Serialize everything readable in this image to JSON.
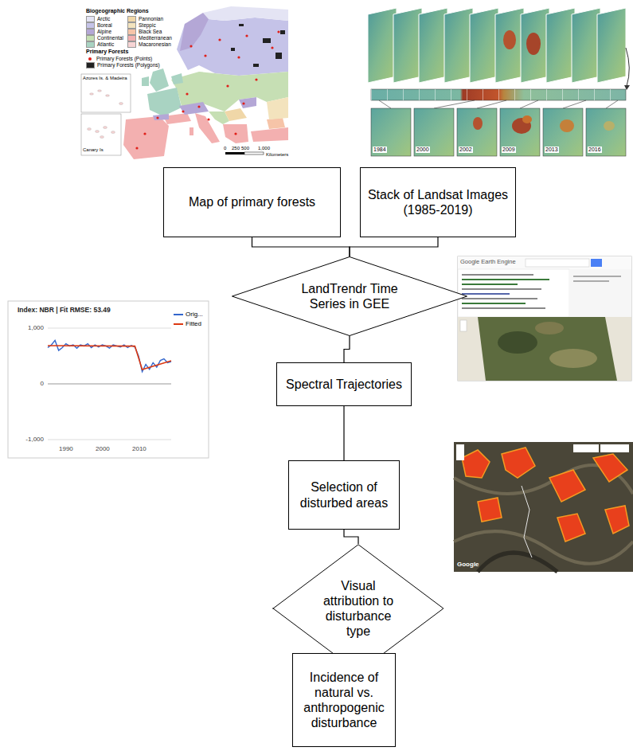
{
  "diagram": {
    "nodes": [
      {
        "text": [
          "Map of primary forests"
        ]
      },
      {
        "text": [
          "Stack of Landsat Images (1985-2019)"
        ]
      },
      {
        "text": [
          "LandTrendr Time Series in GEE"
        ]
      },
      {
        "text": [
          "Spectral Trajectories"
        ]
      },
      {
        "text": [
          "Selection of disturbed areas"
        ]
      },
      {
        "text": [
          "Visual attribution to disturbance type"
        ]
      },
      {
        "text": [
          "Incidence of natural vs. anthropogenic disturbance"
        ]
      }
    ],
    "edges": [
      {
        "from": 0,
        "to": 2,
        "arrow": "none"
      },
      {
        "from": 1,
        "to": 2,
        "arrow": "none"
      },
      {
        "from": 2,
        "to": 3,
        "arrow": "none"
      },
      {
        "from": 3,
        "to": 4,
        "arrow": "none"
      },
      {
        "from": 4,
        "to": 5,
        "arrow": "none"
      },
      {
        "from": 5,
        "to": 6,
        "arrow": "none"
      }
    ],
    "labels": [
      "Biogeographic Regions",
      "Primary Forests",
      "Azores Is. & Madeira",
      "Canary Is",
      "0",
      "250",
      "500",
      "1,000",
      "Kilometers",
      "1984",
      "2000",
      "2002",
      "2009",
      "2013",
      "2016",
      "Index: NBR | Fit RMSE: 53.49",
      "1,000",
      "0",
      "-1,000",
      "1990",
      "2000",
      "2010",
      "Google Earth Engine",
      "Google"
    ],
    "legend": [
      {
        "text": "Arctic",
        "color": "#e4e4f4"
      },
      {
        "text": "Boreal",
        "color": "#c5c3e8"
      },
      {
        "text": "Alpine",
        "color": "#b4a7d6"
      },
      {
        "text": "Continental",
        "color": "#c6dfb4"
      },
      {
        "text": "Atlantic",
        "color": "#a9d3c2"
      },
      {
        "text": "Pannonian",
        "color": "#f0d7a8"
      },
      {
        "text": "Steppic",
        "color": "#f3e3bd"
      },
      {
        "text": "Black Sea",
        "color": "#f6c4a8"
      },
      {
        "text": "Mediterranean",
        "color": "#f3b0b0"
      },
      {
        "text": "Macaronesian",
        "color": "#f7d4d4"
      },
      {
        "text": "Primary Forests (Points)"
      },
      {
        "text": "Primary Forests (Polygons)",
        "color": "#222222"
      },
      {
        "text": "Orig..."
      },
      {
        "text": "Fitted"
      }
    ]
  }
}
